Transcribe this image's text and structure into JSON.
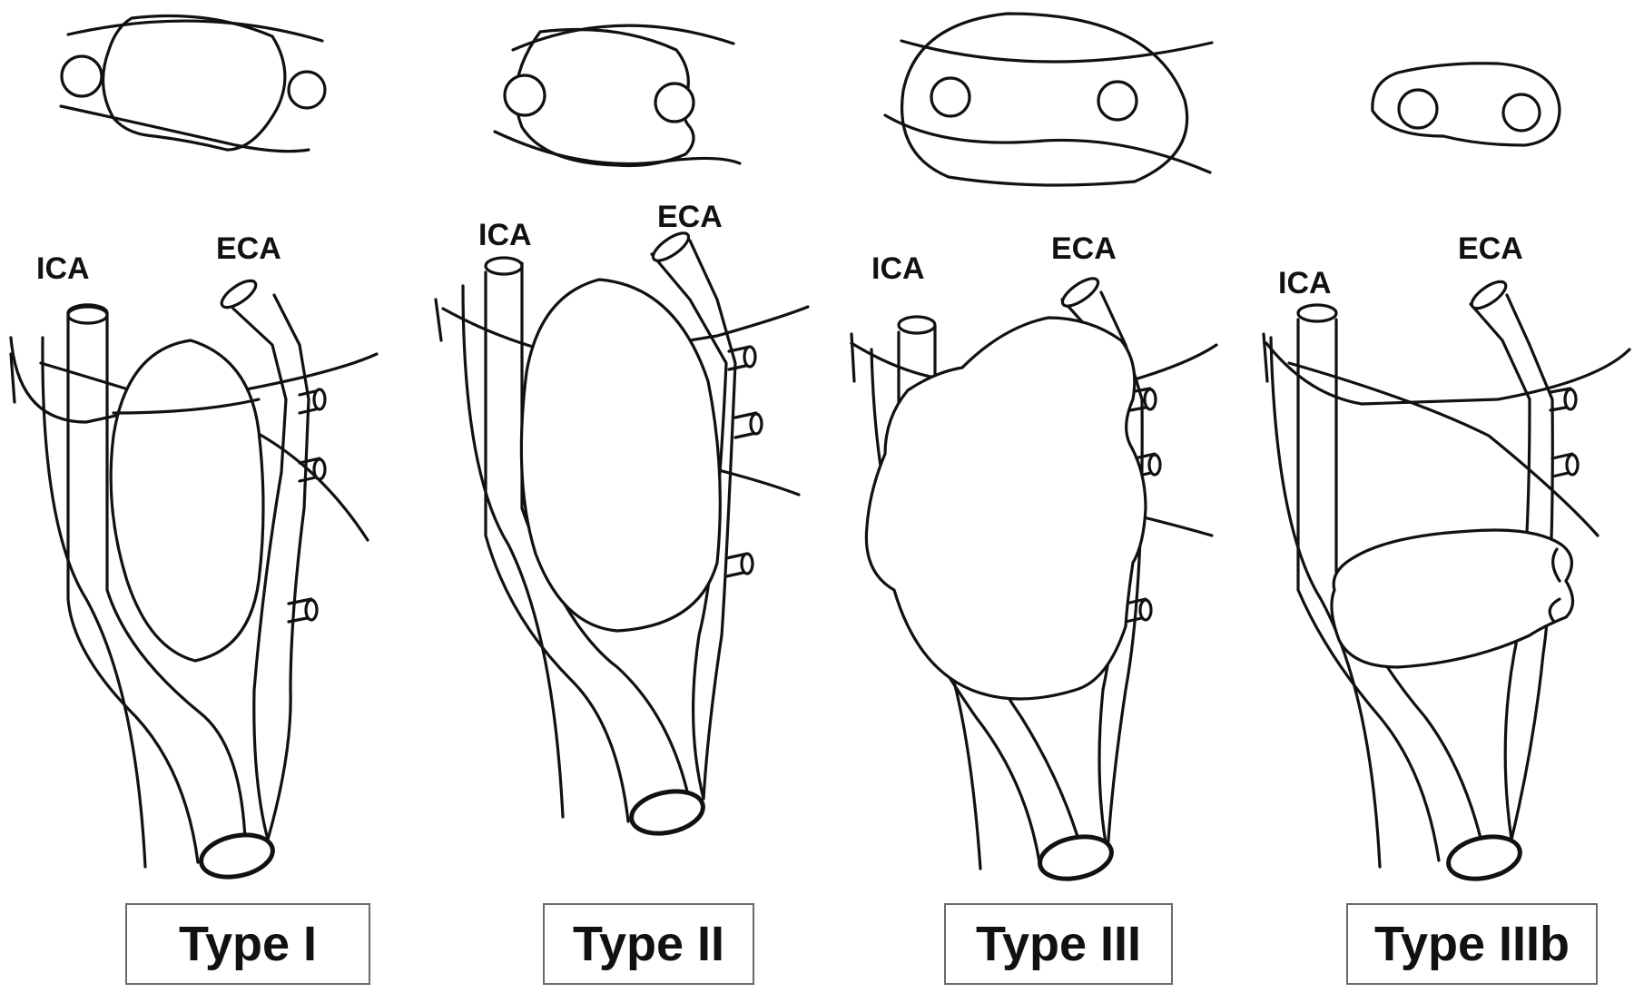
{
  "panels": [
    {
      "type_label": "Type I",
      "ica_label": "ICA",
      "eca_label": "ECA"
    },
    {
      "type_label": "Type II",
      "ica_label": "ICA",
      "eca_label": "ECA"
    },
    {
      "type_label": "Type III",
      "ica_label": "ICA",
      "eca_label": "ECA"
    },
    {
      "type_label": "Type IIIb",
      "ica_label": "ICA",
      "eca_label": "ECA"
    }
  ]
}
